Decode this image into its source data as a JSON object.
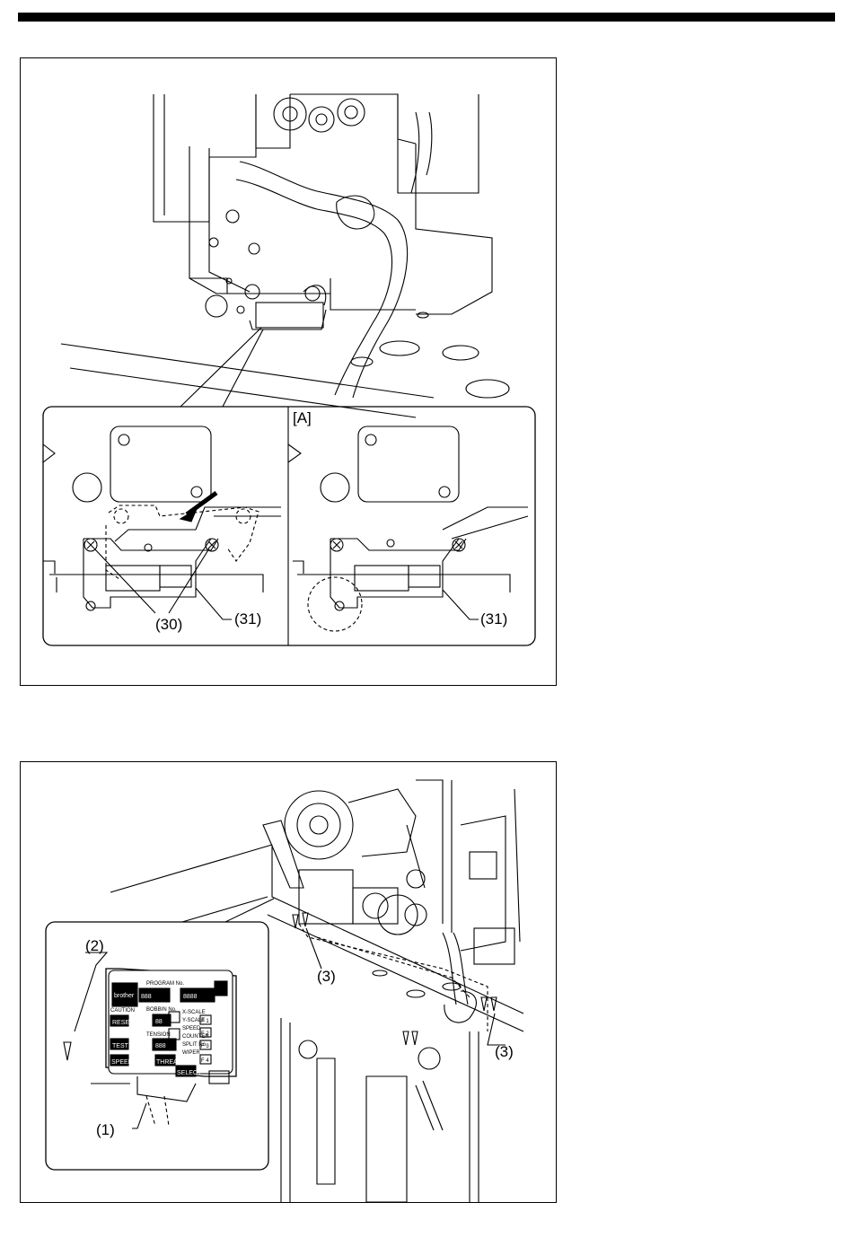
{
  "figure1": {
    "inset_label_A": "[A]",
    "callout_30": "(30)",
    "callout_31_left": "(31)",
    "callout_31_right": "(31)"
  },
  "figure2": {
    "callout_1": "(1)",
    "callout_2": "(2)",
    "callout_3_left": "(3)",
    "callout_3_right": "(3)",
    "panel": {
      "brand": "brother",
      "program_no": "PROGRAM No.",
      "caution": "CAUTION",
      "reset": "RESET",
      "bobbin": "BOBBIN No.",
      "tension": "TENSION",
      "test": "TEST",
      "speed": "SPEED SLOW",
      "threader": "THREADER",
      "select": "SELECT",
      "xscale": "X-SCALE",
      "yscale": "Y-SCALE",
      "speed_led": "SPEED",
      "counter": "COUNTER",
      "split": "SPLIT No.",
      "wiper": "WIPER",
      "seg1": "888",
      "seg2": "8888",
      "seg3": "88",
      "seg4": "888",
      "f1": "F 1",
      "f2": "F 2",
      "f3": "F 3",
      "f4": "F 4"
    }
  }
}
